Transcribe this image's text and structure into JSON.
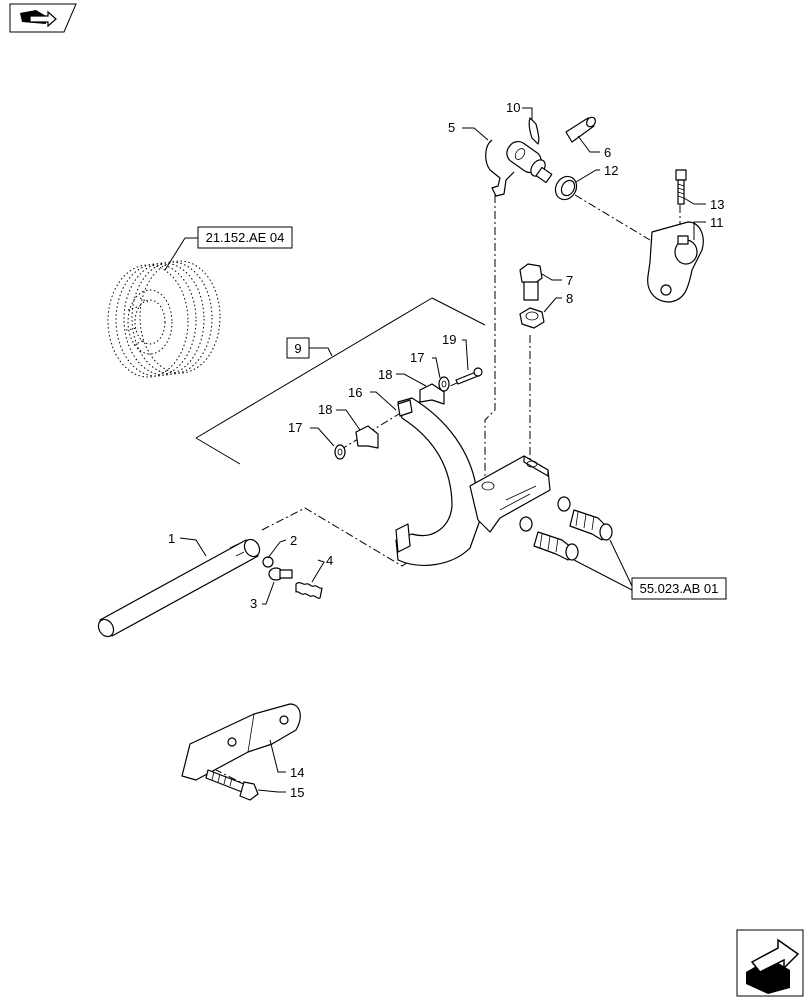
{
  "diagram": {
    "references": {
      "ref_top": "21.152.AE 04",
      "ref_right": "55.023.AB 01",
      "ref_box": "9"
    },
    "callouts": {
      "c1": "1",
      "c2": "2",
      "c3": "3",
      "c4": "4",
      "c5": "5",
      "c6": "6",
      "c7": "7",
      "c8": "8",
      "c10": "10",
      "c11": "11",
      "c12": "12",
      "c13": "13",
      "c14": "14",
      "c15": "15",
      "c16": "16",
      "c17a": "17",
      "c17b": "17",
      "c18a": "18",
      "c18b": "18",
      "c19": "19"
    }
  },
  "icons": {
    "top_left": "book-arrow-icon",
    "bottom_right": "next-page-arrow-icon"
  }
}
